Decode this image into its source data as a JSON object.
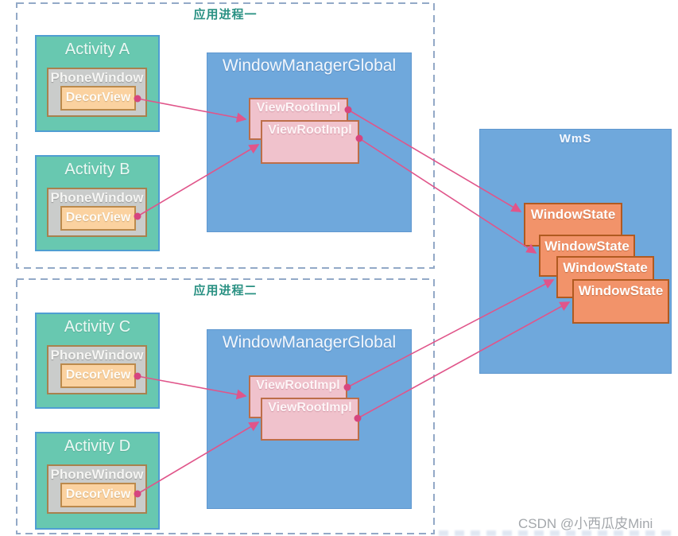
{
  "processes": [
    {
      "label": "应用进程一",
      "activities": [
        {
          "title": "Activity A",
          "window_label": "PhoneWindow",
          "view_label": "DecorView"
        },
        {
          "title": "Activity B",
          "window_label": "PhoneWindow",
          "view_label": "DecorView"
        }
      ],
      "manager": {
        "title": "WindowManagerGlobal",
        "roots": [
          {
            "label": "ViewRootImpl"
          },
          {
            "label": "ViewRootImpl"
          }
        ]
      }
    },
    {
      "label": "应用进程二",
      "activities": [
        {
          "title": "Activity C",
          "window_label": "PhoneWindow",
          "view_label": "DecorView"
        },
        {
          "title": "Activity D",
          "window_label": "PhoneWindow",
          "view_label": "DecorView"
        }
      ],
      "manager": {
        "title": "WindowManagerGlobal",
        "roots": [
          {
            "label": "ViewRootImpl"
          },
          {
            "label": "ViewRootImpl"
          }
        ]
      }
    }
  ],
  "wms": {
    "title": "WmS",
    "states": [
      {
        "label": "WindowState"
      },
      {
        "label": "WindowState"
      },
      {
        "label": "WindowState"
      },
      {
        "label": "WindowState"
      }
    ]
  },
  "watermark": "CSDN @小西瓜皮Mini",
  "colors": {
    "activity_fill": "#68c8b0",
    "activity_border": "#4f9ed2",
    "phonewindow_fill": "#cacccb",
    "phonewindow_border": "#a8814e",
    "decorview_fill": "#fbd2a0",
    "decorview_border": "#bc8a4c",
    "manager_fill": "#6fa8dc",
    "viewroot_fill": "#f0c2cc",
    "viewroot_border": "#bd6e49",
    "windowstate_fill": "#f2936a",
    "windowstate_border": "#b05a20",
    "arrow": "#e0558a",
    "dashed_border": "#93a9c7",
    "process_label": "#2a9183",
    "watermark": "#a3a7ab"
  }
}
